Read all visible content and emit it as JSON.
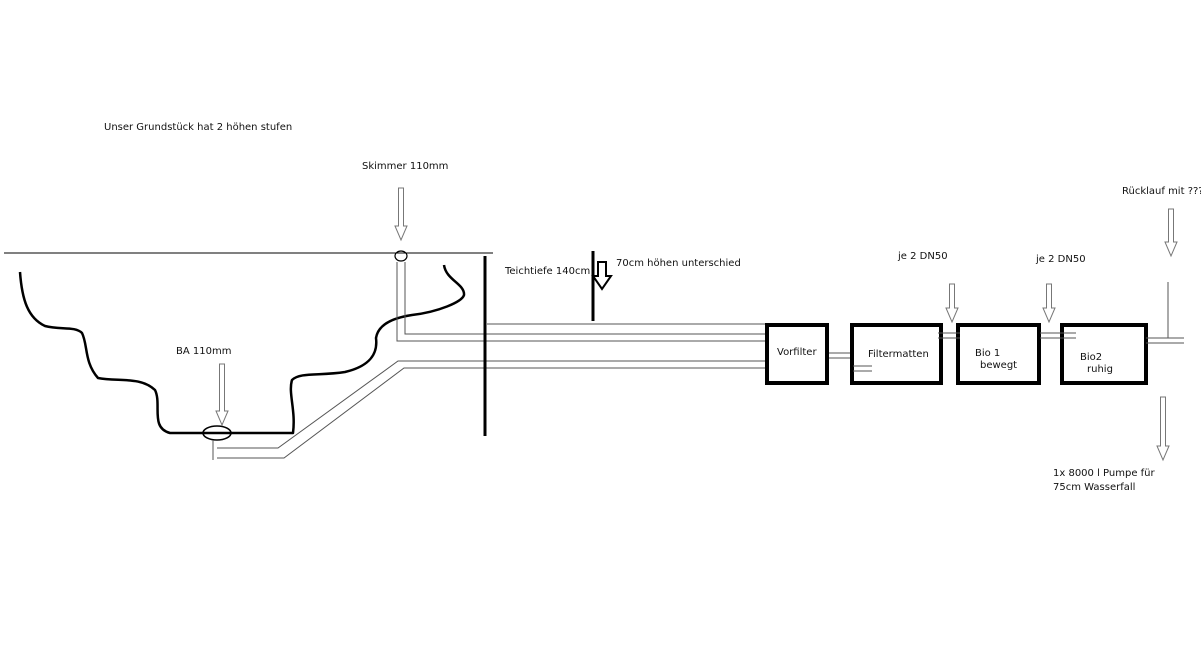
{
  "labels": {
    "intro": "Unser Grundstück hat 2 höhen stufen",
    "skimmer": "Skimmer 110mm",
    "ba": "BA 110mm",
    "teichtiefe": "Teichtiefe 140cm",
    "hoehe": "70cm höhen unterschied",
    "dn50_a": "je 2 DN50",
    "dn50_b": "je 2 DN50",
    "ruecklauf": "Rücklauf mit ???",
    "pumpe_line1": "1x 8000 l Pumpe für",
    "pumpe_line2": "75cm Wasserfall"
  },
  "boxes": {
    "vorfilter": "Vorfilter",
    "filtermatten": "Filtermatten",
    "bio1_line1": "Bio 1",
    "bio1_line2": "bewegt",
    "bio2_line1": "Bio2",
    "bio2_line2": "ruhig"
  },
  "colors": {
    "ink": "#000000",
    "pipe": "#555555",
    "arrow": "#777777"
  }
}
